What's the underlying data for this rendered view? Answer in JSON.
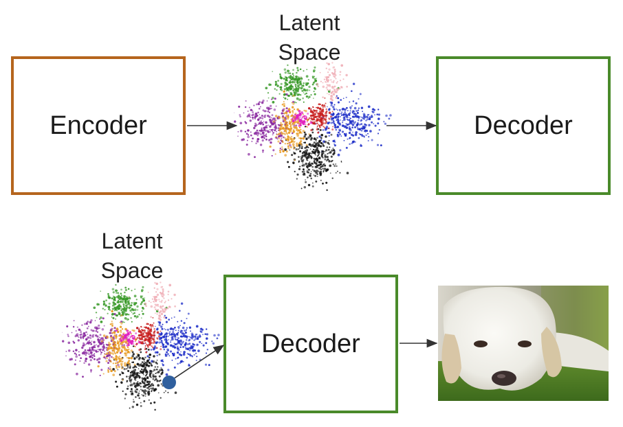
{
  "top_row": {
    "encoder_label": "Encoder",
    "latent_label_line1": "Latent",
    "latent_label_line2": "Space",
    "decoder_label": "Decoder"
  },
  "bottom_row": {
    "latent_label_line1": "Latent",
    "latent_label_line2": "Space",
    "decoder_label": "Decoder"
  },
  "colors": {
    "encoder_border": "#b5651d",
    "decoder_border": "#4a8a2a",
    "arrow": "#333333",
    "sample_point": "#2f5f9e",
    "cluster_green": "#3a9a2a",
    "cluster_purple": "#8a2aa0",
    "cluster_orange": "#e89a20",
    "cluster_red": "#c82020",
    "cluster_magenta": "#e020c0",
    "cluster_blue": "#2030c8",
    "cluster_black": "#151515",
    "cluster_pink": "#f0b0b8"
  },
  "icons": {
    "latent_scatter": "latent-space-scatter-icon",
    "output_image": "dog-photo-icon"
  }
}
